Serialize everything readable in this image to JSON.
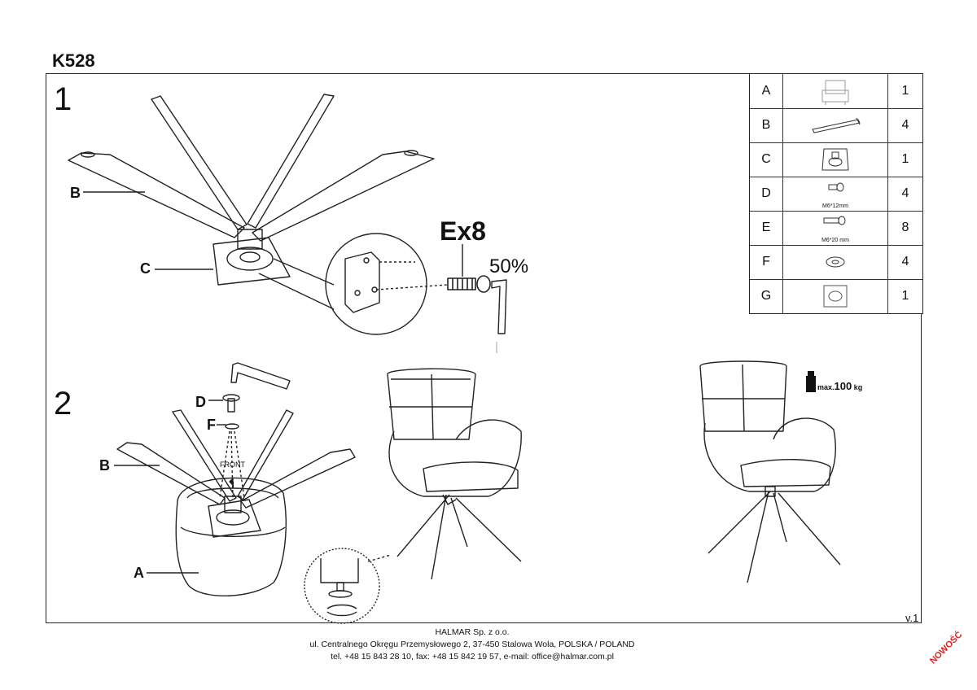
{
  "title": "K528",
  "steps": [
    "1",
    "2"
  ],
  "labels": {
    "step1_b": "B",
    "step1_c": "C",
    "step2_b": "B",
    "step2_d": "D",
    "step2_f": "F",
    "step2_a": "A",
    "front": "FRONT",
    "screw_count": "Ex8",
    "percent": "50%",
    "max_prefix": "max.",
    "max_value": "100",
    "max_unit": "kg"
  },
  "parts": [
    {
      "letter": "A",
      "icon": "chair-icon",
      "note": "",
      "qty": "1"
    },
    {
      "letter": "B",
      "icon": "leg-icon",
      "note": "",
      "qty": "4"
    },
    {
      "letter": "C",
      "icon": "swivel-plate-icon",
      "note": "",
      "qty": "1"
    },
    {
      "letter": "D",
      "icon": "screw-icon",
      "note": "M6*12mm",
      "qty": "4"
    },
    {
      "letter": "E",
      "icon": "long-screw-icon",
      "note": "M6*20 mm",
      "qty": "8"
    },
    {
      "letter": "F",
      "icon": "washer-icon",
      "note": "",
      "qty": "4"
    },
    {
      "letter": "G",
      "icon": "mounting-plate-icon",
      "note": "",
      "qty": "1"
    }
  ],
  "version": "v.1",
  "footer": {
    "company": "HALMAR Sp. z o.o.",
    "address": "ul. Centralnego Okręgu Przemysłowego 2, 37-450 Stalowa Wola, POLSKA / POLAND",
    "contact": "tel. +48 15 843 28 10, fax: +48 15 842 19 57, e-mail: office@halmar.com.pl"
  },
  "badge": "NOWOŚĆ"
}
